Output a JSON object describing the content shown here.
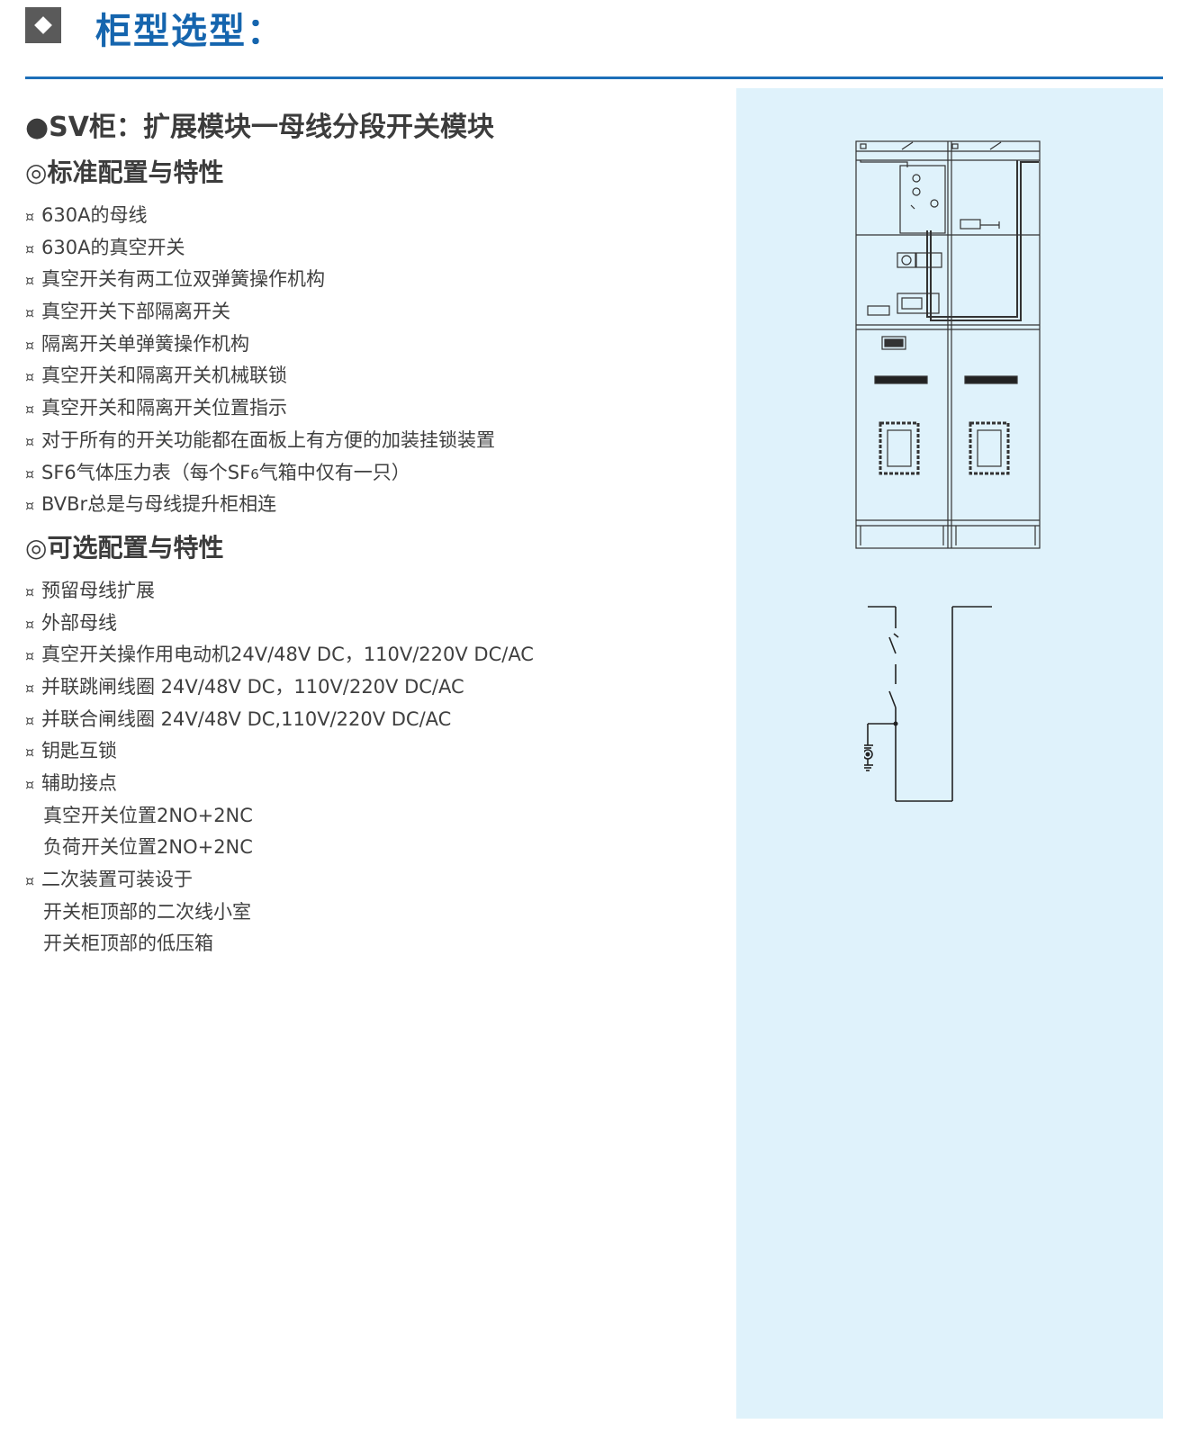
{
  "header": {
    "title": "柜型选型："
  },
  "section": {
    "title": "●SV柜：扩展模块一母线分段开关模块",
    "standard": {
      "heading_symbol": "◎",
      "heading": "标准配置与特性",
      "bullet": "¤",
      "items": [
        "630A的母线",
        "630A的真空开关",
        "真空开关有两工位双弹簧操作机构",
        "真空开关下部隔离开关",
        "隔离开关单弹簧操作机构",
        "真空开关和隔离开关机械联锁",
        "真空开关和隔离开关位置指示",
        "对于所有的开关功能都在面板上有方便的加装挂锁装置",
        "SF6气体压力表（每个SF",
        "BVBr总是与母线提升柜相连"
      ],
      "item_9_sub": "6",
      "item_9_tail": "气箱中仅有一只）"
    },
    "optional": {
      "heading_symbol": "◎",
      "heading": "可选配置与特性",
      "bullet": "¤",
      "items": [
        "预留母线扩展",
        "外部母线",
        "真空开关操作用电动机24V/48V DC，110V/220V DC/AC",
        "并联跳闸线圈 24V/48V DC，110V/220V DC/AC",
        "并联合闸线圈 24V/48V DC,110V/220V DC/AC",
        "钥匙互锁",
        "辅助接点",
        "真空开关位置2NO+2NC",
        "负荷开关位置2NO+2NC",
        "二次装置可装设于",
        "开关柜顶部的二次线小室",
        "开关柜顶部的低压箱"
      ]
    }
  },
  "colors": {
    "title_blue": "#1565ae",
    "rule_blue": "#1d6fb8",
    "panel_bg": "#dff2fb",
    "icon_gray": "#5a5a5a"
  }
}
